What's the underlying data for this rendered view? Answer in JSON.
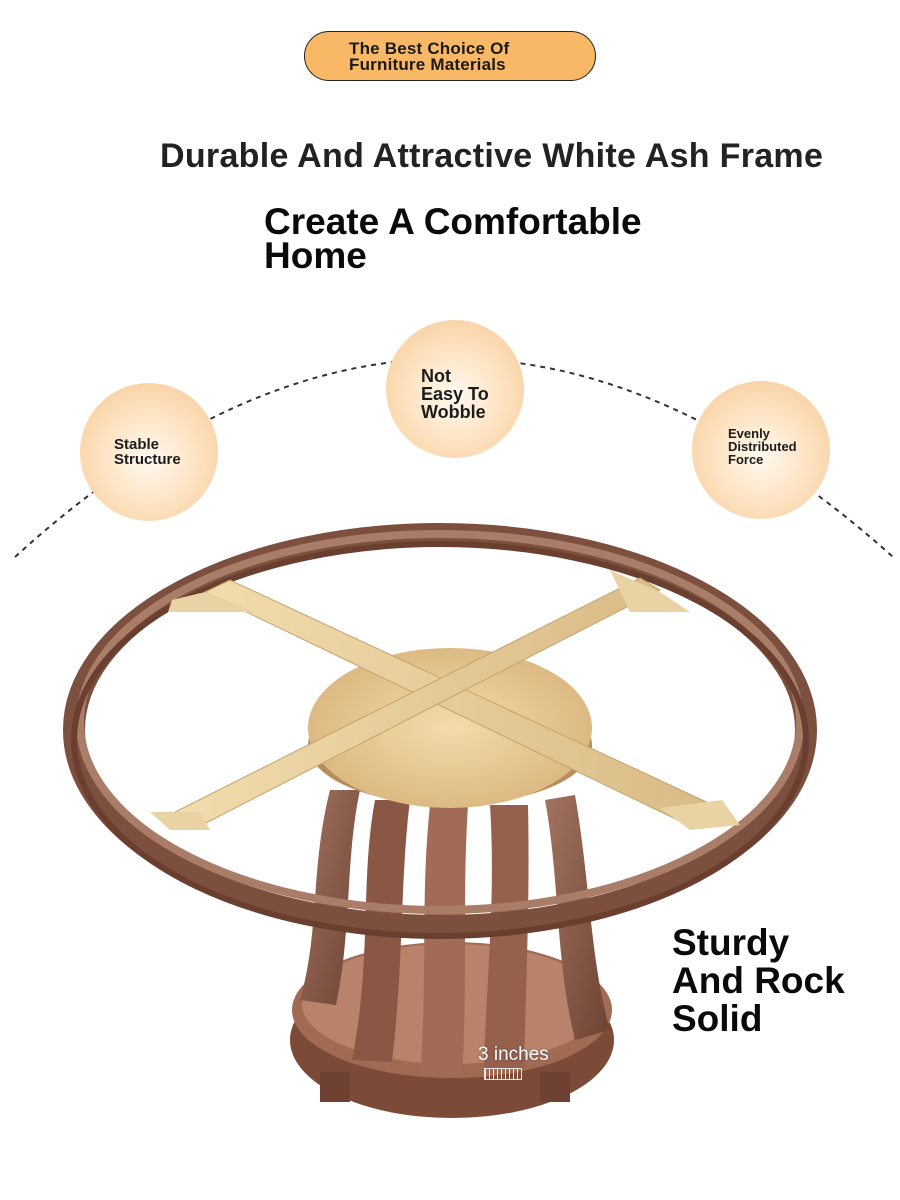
{
  "badge": {
    "line1": "The Best Choice Of",
    "line2": "Furniture Materials"
  },
  "headline": "Durable And Attractive White Ash Frame",
  "subheadline": {
    "line1": "Create A Comfortable",
    "line2": "Home"
  },
  "features": [
    {
      "lines": [
        "Stable",
        "Structure"
      ]
    },
    {
      "lines": [
        "Not",
        "Easy To",
        "Wobble"
      ]
    },
    {
      "lines": [
        "Evenly",
        "Distributed",
        "Force"
      ]
    }
  ],
  "callout": {
    "line1": "Sturdy",
    "line2": "And Rock",
    "line3": "Solid"
  },
  "measurement": "3 inches",
  "colors": {
    "badge_fill": "#f8b866",
    "circle_glow": "#f6c590",
    "frame_wood": "#8a5a45",
    "crossbar_wood": "#e6cfa0"
  }
}
